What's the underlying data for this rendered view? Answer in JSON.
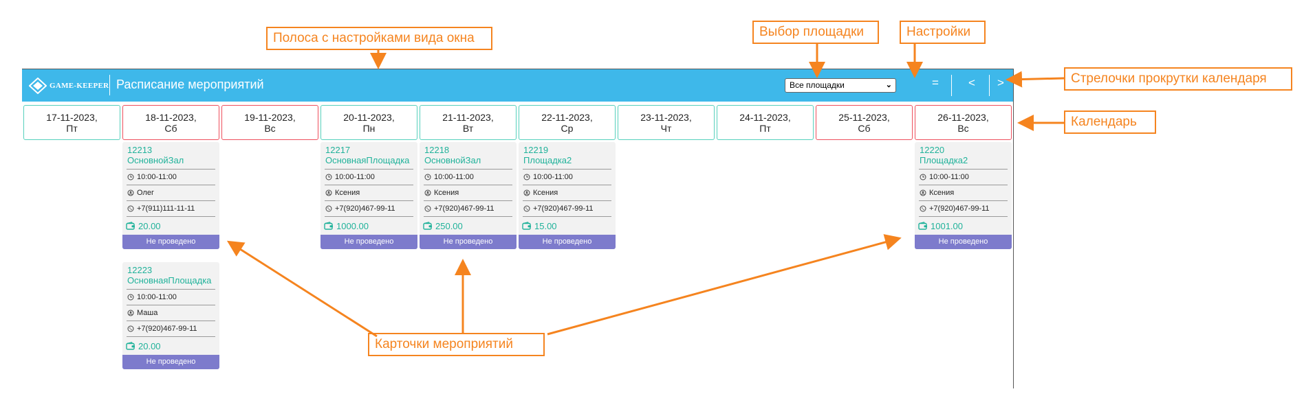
{
  "header": {
    "logo_text": "GAME-KEEPER",
    "title": "Расписание мероприятий",
    "venue_select": {
      "selected": "Все площадки"
    },
    "settings_label": "=",
    "prev_label": "<",
    "next_label": ">",
    "background": "#3eb8ea"
  },
  "days": [
    {
      "date": "17-11-2023,",
      "weekday": "Пт",
      "weekend": false
    },
    {
      "date": "18-11-2023,",
      "weekday": "Сб",
      "weekend": true
    },
    {
      "date": "19-11-2023,",
      "weekday": "Вс",
      "weekend": true
    },
    {
      "date": "20-11-2023,",
      "weekday": "Пн",
      "weekend": false
    },
    {
      "date": "21-11-2023,",
      "weekday": "Вт",
      "weekend": false
    },
    {
      "date": "22-11-2023,",
      "weekday": "Ср",
      "weekend": false
    },
    {
      "date": "23-11-2023,",
      "weekday": "Чт",
      "weekend": false
    },
    {
      "date": "24-11-2023,",
      "weekday": "Пт",
      "weekend": false
    },
    {
      "date": "25-11-2023,",
      "weekday": "Сб",
      "weekend": true
    },
    {
      "date": "26-11-2023,",
      "weekday": "Вс",
      "weekend": true
    }
  ],
  "events": [
    {
      "day": 1,
      "slot": 0,
      "id": "12213",
      "venue": "ОсновнойЗал",
      "time": "10:00-11:00",
      "person": "Олег",
      "phone": "+7(911)111-11-11",
      "price": "20.00",
      "status": "Не проведено"
    },
    {
      "day": 1,
      "slot": 1,
      "id": "12223",
      "venue": "ОсновнаяПлощадка",
      "time": "10:00-11:00",
      "person": "Маша",
      "phone": "+7(920)467-99-11",
      "price": "20.00",
      "status": "Не проведено"
    },
    {
      "day": 3,
      "slot": 0,
      "id": "12217",
      "venue": "ОсновнаяПлощадка",
      "time": "10:00-11:00",
      "person": "Ксения",
      "phone": "+7(920)467-99-11",
      "price": "1000.00",
      "status": "Не проведено"
    },
    {
      "day": 4,
      "slot": 0,
      "id": "12218",
      "venue": "ОсновнойЗал",
      "time": "10:00-11:00",
      "person": "Ксения",
      "phone": "+7(920)467-99-11",
      "price": "250.00",
      "status": "Не проведено"
    },
    {
      "day": 5,
      "slot": 0,
      "id": "12219",
      "venue": "Площадка2",
      "time": "10:00-11:00",
      "person": "Ксения",
      "phone": "+7(920)467-99-11",
      "price": "15.00",
      "status": "Не проведено"
    },
    {
      "day": 9,
      "slot": 0,
      "id": "12220",
      "venue": "Площадка2",
      "time": "10:00-11:00",
      "person": "Ксения",
      "phone": "+7(920)467-99-11",
      "price": "1001.00",
      "status": "Не проведено"
    }
  ],
  "annotations": {
    "view_bar": "Полоса с настройками вида окна",
    "venue_choice": "Выбор площадки",
    "settings": "Настройки",
    "scroll_arrows": "Стрелочки прокрутки календаря",
    "calendar": "Календарь",
    "event_cards": "Карточки мероприятий"
  },
  "colors": {
    "workday_border": "#55d0bc",
    "weekend_border": "#ee4e5c",
    "accent_text": "#20b29a",
    "status_bg": "#7d7bcc",
    "annotation": "#f5841f"
  }
}
